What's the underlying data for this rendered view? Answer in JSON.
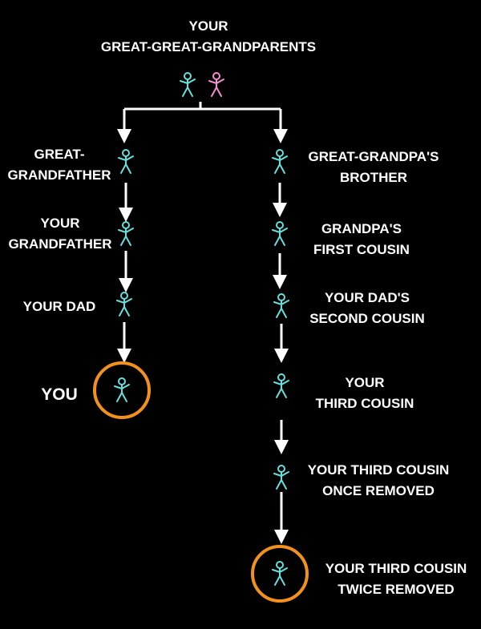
{
  "colors": {
    "background": "#000000",
    "text": "#ffffff",
    "person": "#67e0dc",
    "female": "#f48fd0",
    "highlight": "#f2921c"
  },
  "top": {
    "line1": "YOUR",
    "line2": "GREAT-GREAT-GRANDPARENTS"
  },
  "left_branch": [
    {
      "line1": "GREAT-",
      "line2": "GRANDFATHER"
    },
    {
      "line1": "YOUR",
      "line2": "GRANDFATHER"
    },
    {
      "line1": "YOUR DAD",
      "line2": ""
    },
    {
      "line1": "YOU",
      "line2": ""
    }
  ],
  "right_branch": [
    {
      "line1": "GREAT-GRANDPA'S",
      "line2": "BROTHER"
    },
    {
      "line1": "GRANDPA'S",
      "line2": "FIRST COUSIN"
    },
    {
      "line1": "YOUR DAD'S",
      "line2": "SECOND COUSIN"
    },
    {
      "line1": "YOUR",
      "line2": "THIRD COUSIN"
    },
    {
      "line1": "YOUR THIRD COUSIN",
      "line2": "ONCE REMOVED"
    },
    {
      "line1": "YOUR THIRD COUSIN",
      "line2": "TWICE REMOVED"
    }
  ]
}
